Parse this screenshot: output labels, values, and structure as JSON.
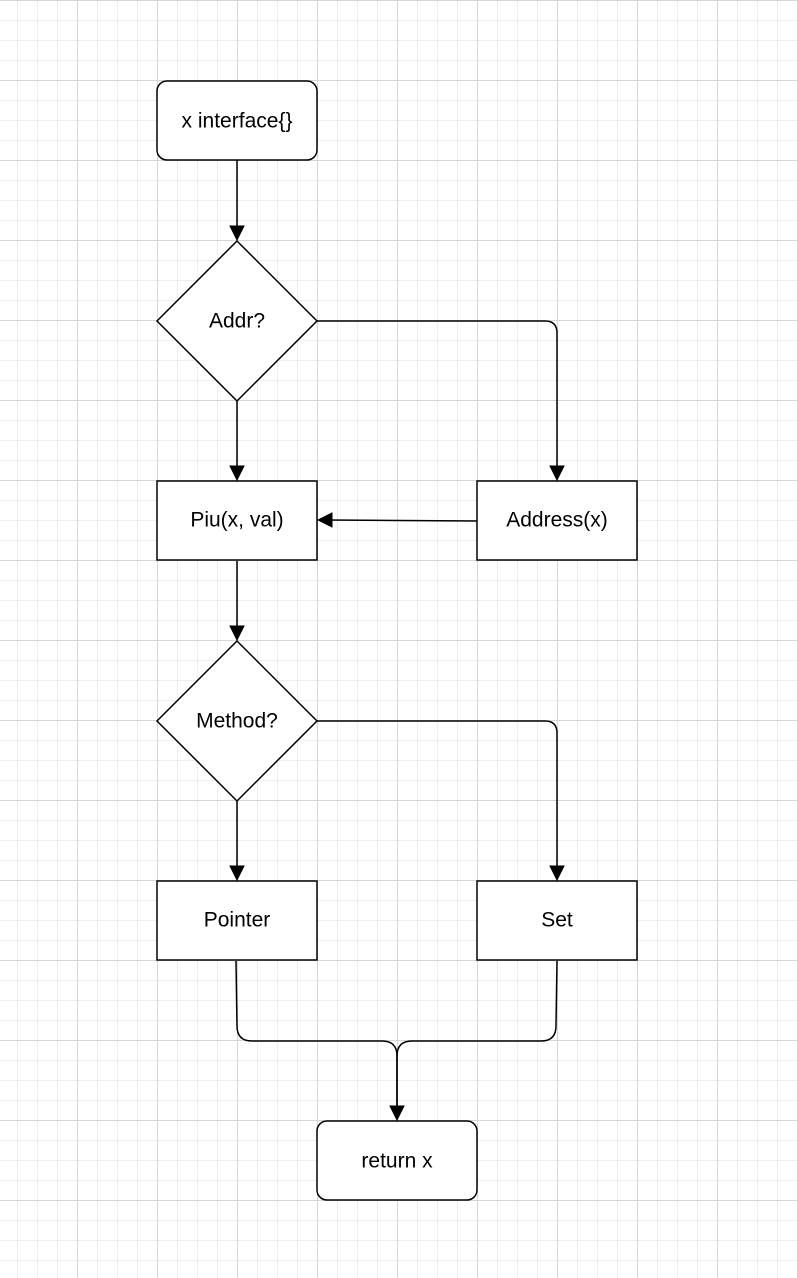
{
  "nodes": {
    "start": {
      "label": "x interface{}"
    },
    "addr_decision": {
      "label": "Addr?"
    },
    "piu": {
      "label": "Piu(x, val)"
    },
    "address": {
      "label": "Address(x)"
    },
    "method_decision": {
      "label": "Method?"
    },
    "pointer": {
      "label": "Pointer"
    },
    "set": {
      "label": "Set"
    },
    "return": {
      "label": "return x"
    }
  },
  "edges": [
    {
      "from": "start",
      "to": "addr_decision"
    },
    {
      "from": "addr_decision",
      "to": "piu"
    },
    {
      "from": "addr_decision",
      "to": "address"
    },
    {
      "from": "address",
      "to": "piu"
    },
    {
      "from": "piu",
      "to": "method_decision"
    },
    {
      "from": "method_decision",
      "to": "pointer"
    },
    {
      "from": "method_decision",
      "to": "set"
    },
    {
      "from": "pointer",
      "to": "return"
    },
    {
      "from": "set",
      "to": "return"
    }
  ],
  "colors": {
    "stroke": "#000000",
    "fill": "#ffffff",
    "grid_major": "#d6d6d6",
    "grid_minor": "#eeeeee"
  }
}
